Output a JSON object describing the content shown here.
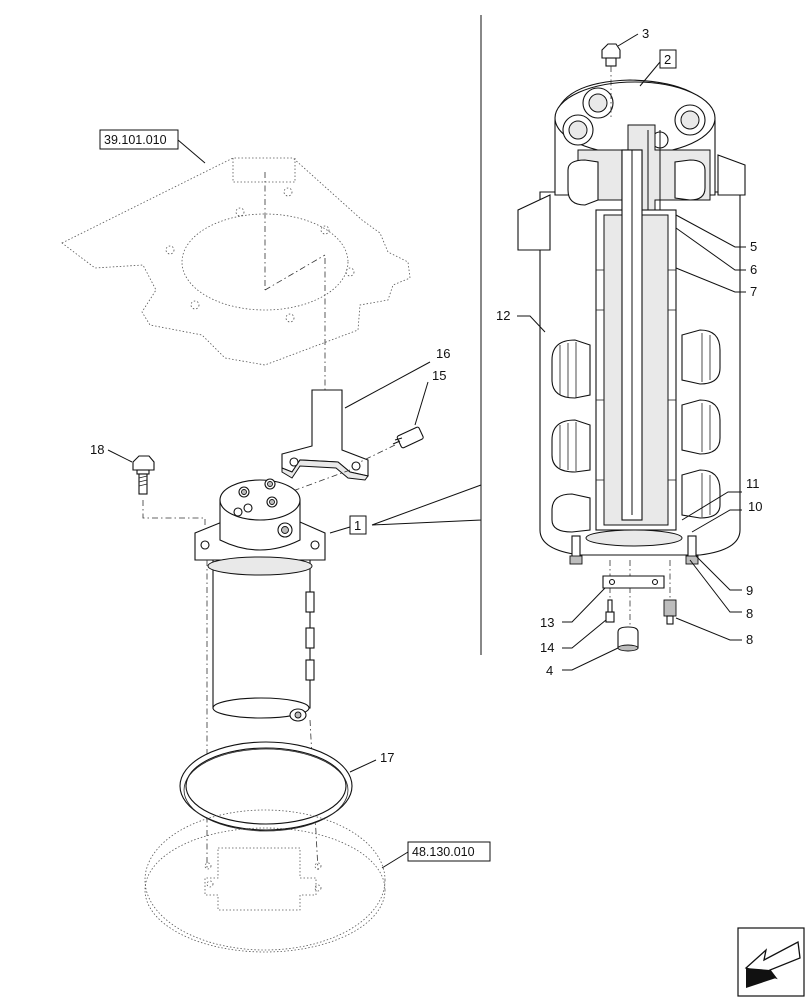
{
  "diagram": {
    "callouts": {
      "c1": "1",
      "c2": "2",
      "c3": "3",
      "c4": "4",
      "c5": "5",
      "c6": "6",
      "c7": "7",
      "c8a": "8",
      "c8b": "8",
      "c9": "9",
      "c10": "10",
      "c11": "11",
      "c12": "12",
      "c13": "13",
      "c14": "14",
      "c15": "15",
      "c16": "16",
      "c17": "17",
      "c18": "18"
    },
    "references": {
      "top": "39.101.010",
      "bottom": "48.130.010"
    },
    "nav_icon": "arrow-back-icon"
  }
}
